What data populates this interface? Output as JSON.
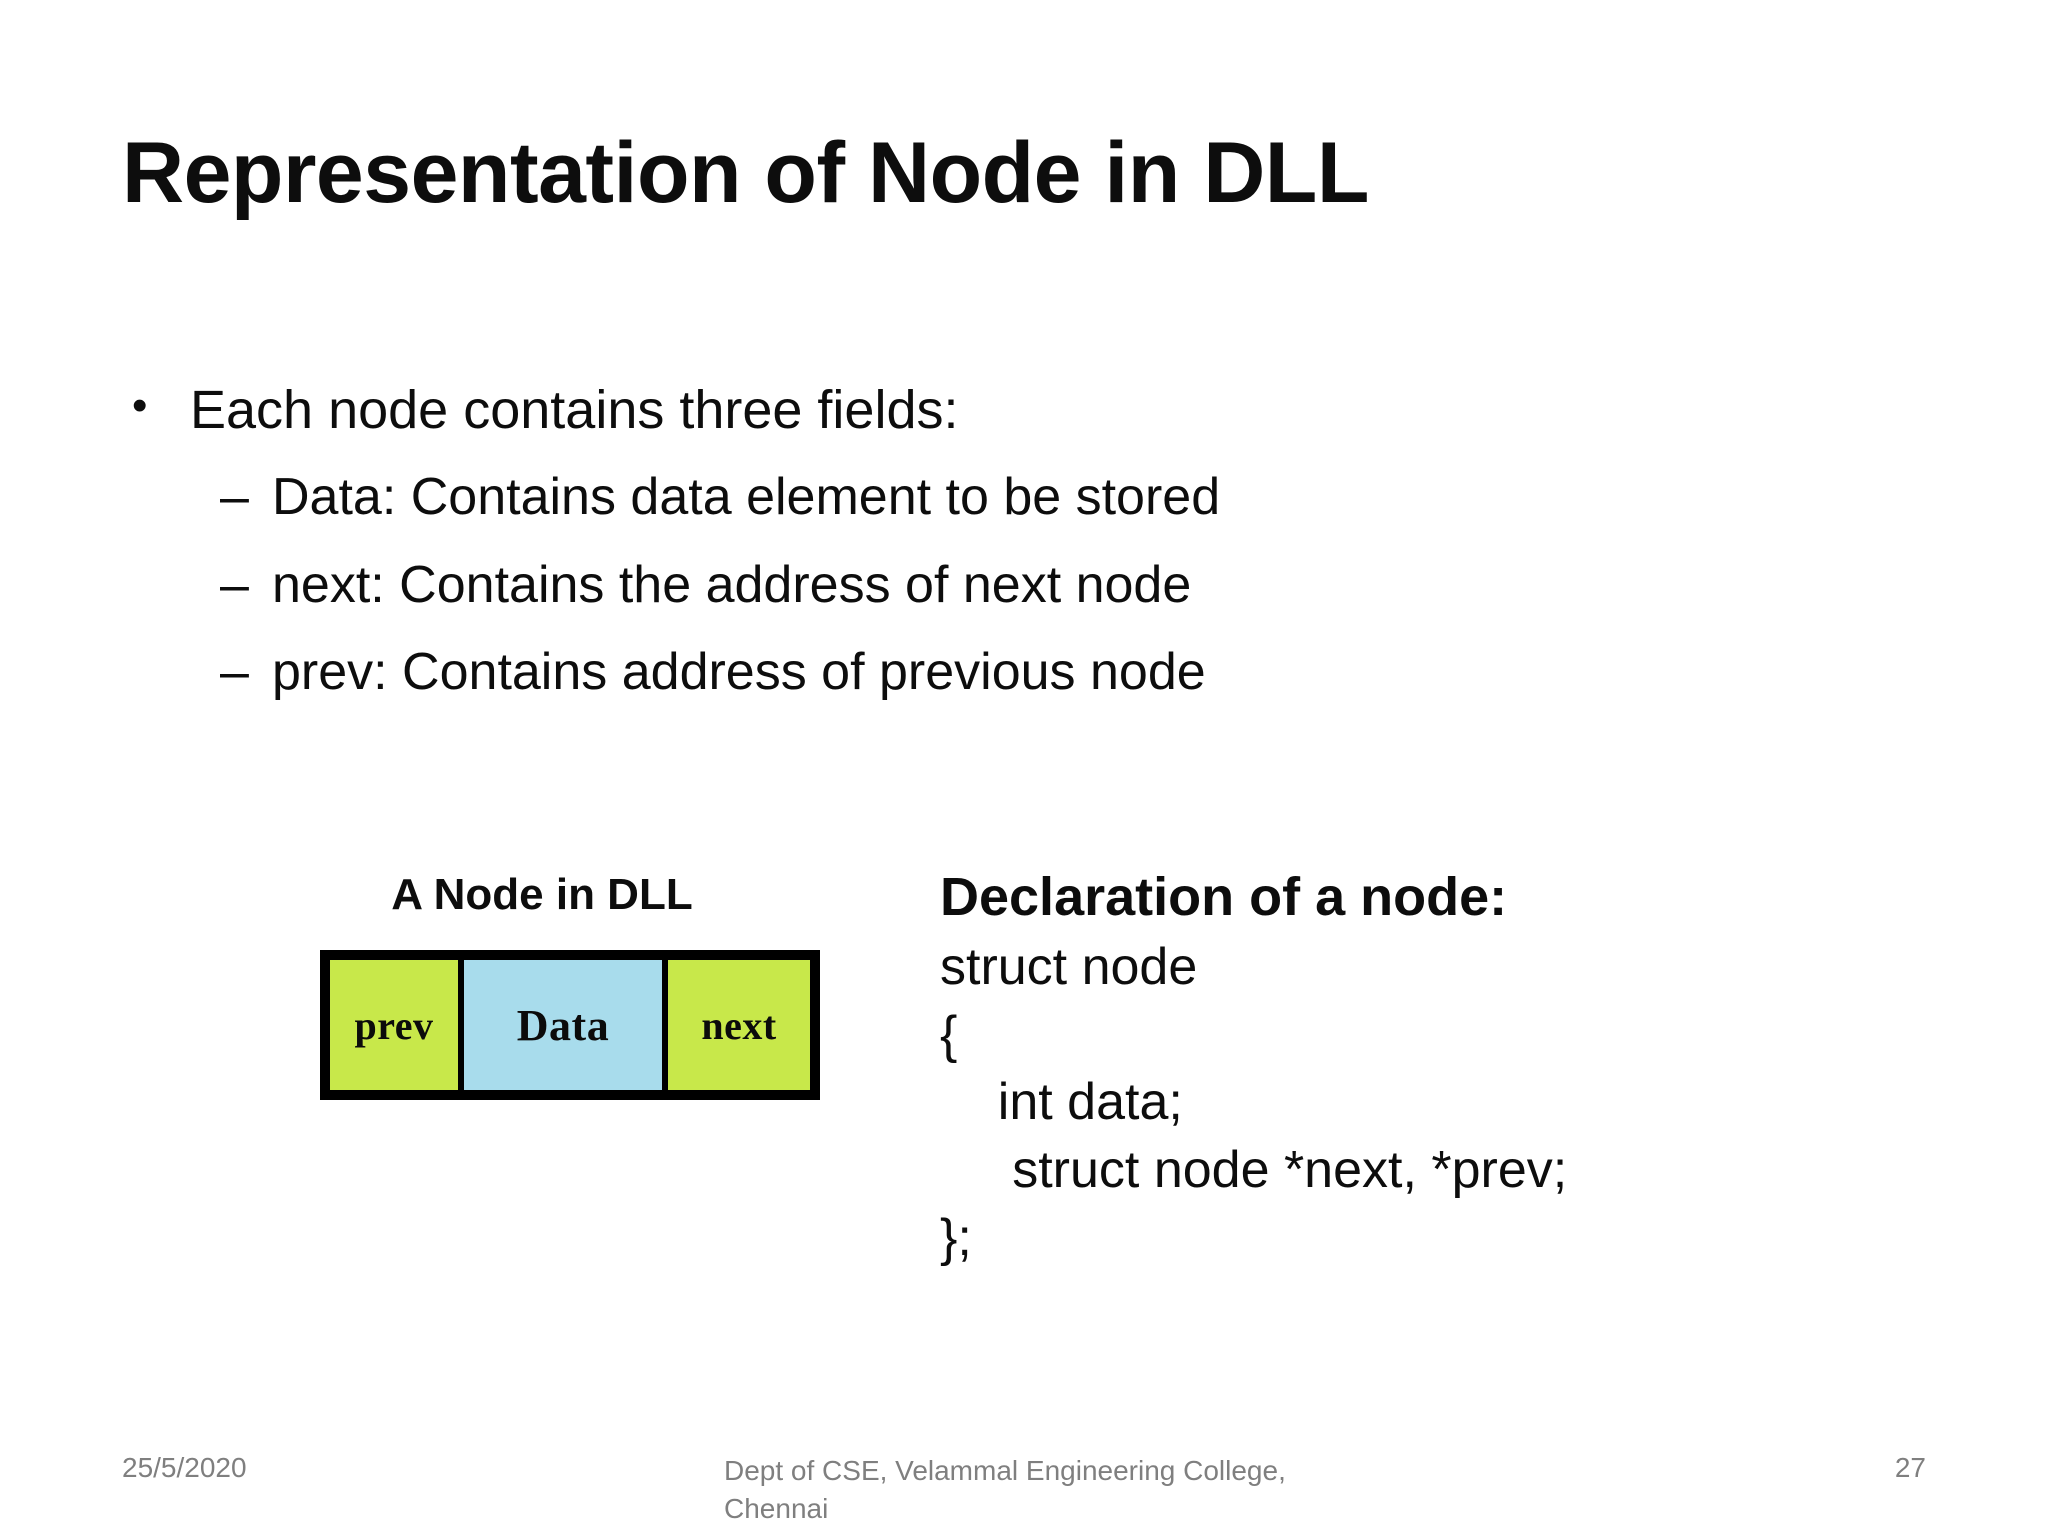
{
  "slide": {
    "title": "Representation of Node in DLL",
    "background_color": "#ffffff",
    "text_color": "#0d0d0d"
  },
  "body": {
    "bullet": {
      "marker": "•",
      "text": "Each node contains three fields:"
    },
    "sub_bullets": [
      {
        "marker": "–",
        "text": "Data: Contains data element to be stored"
      },
      {
        "marker": "–",
        "text": "next: Contains the address of next node"
      },
      {
        "marker": "–",
        "text": "prev: Contains address of previous node"
      }
    ]
  },
  "diagram": {
    "caption": "A Node in DLL",
    "cells": [
      {
        "label": "prev",
        "color": "#c8e84a"
      },
      {
        "label": "Data",
        "color": "#a8dcec"
      },
      {
        "label": "next",
        "color": "#c8e84a"
      }
    ],
    "border_color": "#000000"
  },
  "declaration": {
    "heading": "Declaration of a node:",
    "lines": [
      "struct node",
      "{",
      "    int data;",
      "     struct node *next, *prev;",
      "};"
    ]
  },
  "footer": {
    "date": "25/5/2020",
    "center": "Dept of CSE, Velammal Engineering College, Chennai",
    "page_number": "27",
    "color": "#7f7f7f"
  }
}
